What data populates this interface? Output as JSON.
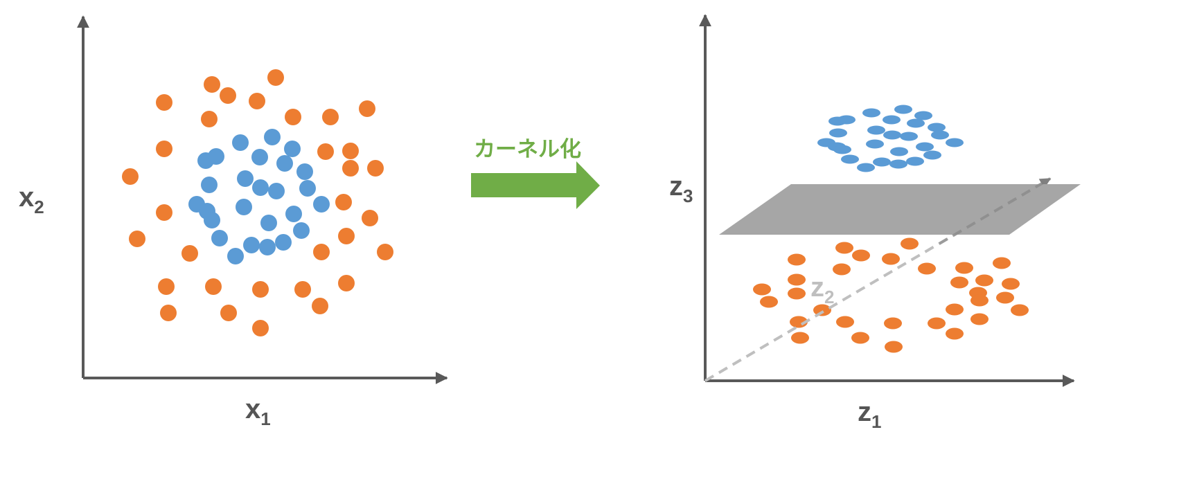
{
  "colors": {
    "axis": "#595959",
    "outer_class": "#ED7D31",
    "inner_class": "#5B9BD5",
    "arrow": "#70AD47",
    "plane": "#A6A6A6",
    "z2_axis": "#BFBFBF"
  },
  "left_panel": {
    "x_label": {
      "main": "x",
      "sub": "1"
    },
    "y_label": {
      "main": "x",
      "sub": "2"
    },
    "outer_points": [
      [
        306,
        122
      ],
      [
        398,
        112
      ],
      [
        329,
        138
      ],
      [
        371,
        146
      ],
      [
        237,
        148
      ],
      [
        302,
        172
      ],
      [
        423,
        169
      ],
      [
        477,
        169
      ],
      [
        530,
        157
      ],
      [
        237,
        215
      ],
      [
        470,
        219
      ],
      [
        506,
        218
      ],
      [
        506,
        243
      ],
      [
        542,
        243
      ],
      [
        188,
        255
      ],
      [
        237,
        307
      ],
      [
        496,
        292
      ],
      [
        534,
        315
      ],
      [
        198,
        345
      ],
      [
        500,
        341
      ],
      [
        274,
        366
      ],
      [
        464,
        364
      ],
      [
        556,
        364
      ],
      [
        240,
        414
      ],
      [
        308,
        414
      ],
      [
        376,
        418
      ],
      [
        437,
        418
      ],
      [
        500,
        409
      ],
      [
        243,
        452
      ],
      [
        330,
        452
      ],
      [
        462,
        442
      ],
      [
        376,
        474
      ]
    ],
    "inner_points": [
      [
        347,
        206
      ],
      [
        393,
        198
      ],
      [
        422,
        215
      ],
      [
        297,
        232
      ],
      [
        312,
        226
      ],
      [
        375,
        227
      ],
      [
        411,
        236
      ],
      [
        440,
        248
      ],
      [
        302,
        267
      ],
      [
        354,
        258
      ],
      [
        376,
        271
      ],
      [
        399,
        276
      ],
      [
        444,
        272
      ],
      [
        284,
        295
      ],
      [
        299,
        305
      ],
      [
        306,
        318
      ],
      [
        352,
        299
      ],
      [
        424,
        309
      ],
      [
        464,
        295
      ],
      [
        388,
        322
      ],
      [
        435,
        333
      ],
      [
        317,
        344
      ],
      [
        363,
        354
      ],
      [
        386,
        357
      ],
      [
        409,
        350
      ],
      [
        340,
        370
      ]
    ]
  },
  "transform_arrow": {
    "label": "カーネル化"
  },
  "right_panel": {
    "x_label": {
      "main": "z",
      "sub": "1"
    },
    "y_label": {
      "main": "z",
      "sub": "3"
    },
    "z_label": {
      "main": "z",
      "sub": "2"
    },
    "outer_points": [
      [
        1150,
        375
      ],
      [
        1219,
        358
      ],
      [
        1243,
        369
      ],
      [
        1313,
        352
      ],
      [
        1286,
        374
      ],
      [
        1215,
        389
      ],
      [
        1150,
        404
      ],
      [
        1100,
        418
      ],
      [
        1150,
        424
      ],
      [
        1110,
        436
      ],
      [
        1187,
        448
      ],
      [
        1153,
        465
      ],
      [
        1155,
        488
      ],
      [
        1220,
        465
      ],
      [
        1242,
        488
      ],
      [
        1289,
        467
      ],
      [
        1290,
        501
      ],
      [
        1338,
        388
      ],
      [
        1392,
        387
      ],
      [
        1446,
        380
      ],
      [
        1385,
        408
      ],
      [
        1421,
        405
      ],
      [
        1459,
        410
      ],
      [
        1412,
        423
      ],
      [
        1451,
        430
      ],
      [
        1414,
        434
      ],
      [
        1378,
        447
      ],
      [
        1472,
        448
      ],
      [
        1352,
        467
      ],
      [
        1414,
        461
      ],
      [
        1378,
        482
      ]
    ],
    "inner_points": [
      [
        1258,
        163
      ],
      [
        1304,
        158
      ],
      [
        1333,
        167
      ],
      [
        1209,
        175
      ],
      [
        1222,
        173
      ],
      [
        1287,
        173
      ],
      [
        1322,
        178
      ],
      [
        1352,
        184
      ],
      [
        1210,
        192
      ],
      [
        1265,
        188
      ],
      [
        1288,
        195
      ],
      [
        1312,
        197
      ],
      [
        1357,
        195
      ],
      [
        1193,
        206
      ],
      [
        1208,
        212
      ],
      [
        1216,
        216
      ],
      [
        1263,
        208
      ],
      [
        1335,
        212
      ],
      [
        1378,
        206
      ],
      [
        1298,
        219
      ],
      [
        1346,
        224
      ],
      [
        1227,
        230
      ],
      [
        1273,
        234
      ],
      [
        1297,
        237
      ],
      [
        1321,
        233
      ],
      [
        1250,
        242
      ]
    ]
  }
}
